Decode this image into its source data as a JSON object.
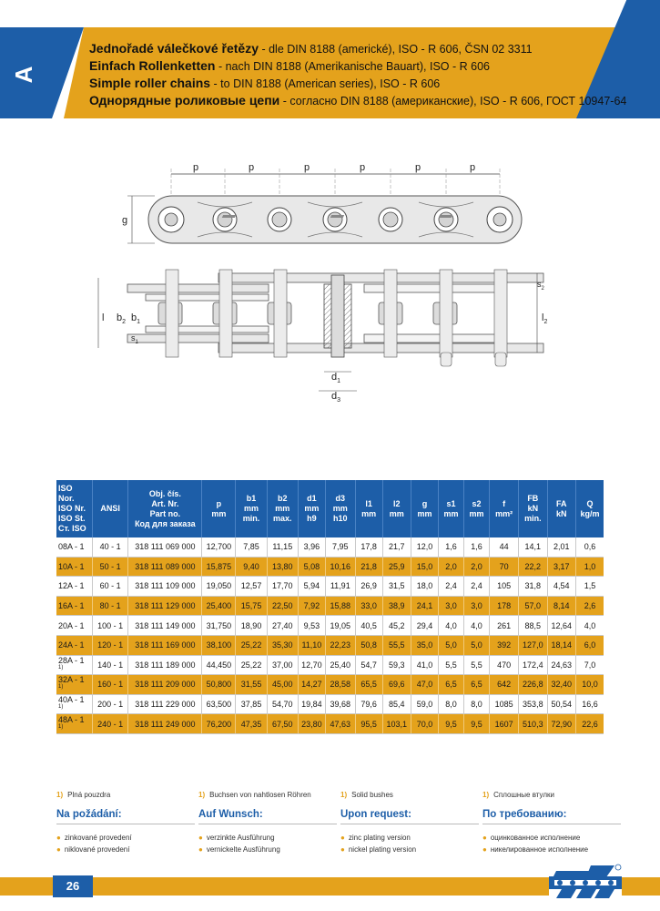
{
  "header": {
    "section_letter": "A",
    "lines": [
      {
        "bold": "Jednořadé válečkové řetězy",
        "rest": " - dle DIN 8188 (americké), ISO - R 606, ČSN 02 3311"
      },
      {
        "bold": "Einfach Rollenketten",
        "rest": " - nach DIN 8188 (Amerikanische Bauart), ISO - R 606"
      },
      {
        "bold": "Simple roller chains",
        "rest": " - to DIN 8188 (American series), ISO - R 606"
      },
      {
        "bold": "Однорядные роликовые цепи",
        "rest": " - согласно DIN 8188 (американские), ISO - R 606,  ГОСТ 10947-64"
      }
    ]
  },
  "drawing": {
    "pitch_label": "p",
    "labels": {
      "g": "g",
      "l": "l",
      "b2": "b",
      "b1": "b",
      "s1": "s",
      "s2": "s",
      "l2": "l",
      "d1": "d",
      "d3": "d",
      "sub_1": "1",
      "sub_2": "2",
      "sub_3": "3"
    }
  },
  "table": {
    "headers": [
      "ISO Nor.\nISO Nr.\nISO St.\nСт. ISO",
      "ANSI",
      "Obj. čís.\nArt. Nr.\nPart no.\nКод для заказа",
      "p\nmm",
      "b1\nmm\nmin.",
      "b2\nmm\nmax.",
      "d1\nmm\nh9",
      "d3\nmm\nh10",
      "l1\nmm",
      "l2\nmm",
      "g\nmm",
      "s1\nmm",
      "s2\nmm",
      "f\nmm²",
      "FB\nkN\nmin.",
      "FA\nkN",
      "Q\nkg/m"
    ],
    "rows": [
      [
        "08A - 1",
        "40 - 1",
        "318 111 069 000",
        "12,700",
        "7,85",
        "11,15",
        "3,96",
        "7,95",
        "17,8",
        "21,7",
        "12,0",
        "1,6",
        "1,6",
        "44",
        "14,1",
        "2,01",
        "0,6"
      ],
      [
        "10A - 1",
        "50 - 1",
        "318 111 089 000",
        "15,875",
        "9,40",
        "13,80",
        "5,08",
        "10,16",
        "21,8",
        "25,9",
        "15,0",
        "2,0",
        "2,0",
        "70",
        "22,2",
        "3,17",
        "1,0"
      ],
      [
        "12A - 1",
        "60 - 1",
        "318 111 109 000",
        "19,050",
        "12,57",
        "17,70",
        "5,94",
        "11,91",
        "26,9",
        "31,5",
        "18,0",
        "2,4",
        "2,4",
        "105",
        "31,8",
        "4,54",
        "1,5"
      ],
      [
        "16A - 1",
        "80 - 1",
        "318 111 129 000",
        "25,400",
        "15,75",
        "22,50",
        "7,92",
        "15,88",
        "33,0",
        "38,9",
        "24,1",
        "3,0",
        "3,0",
        "178",
        "57,0",
        "8,14",
        "2,6"
      ],
      [
        "20A - 1",
        "100 - 1",
        "318 111 149 000",
        "31,750",
        "18,90",
        "27,40",
        "9,53",
        "19,05",
        "40,5",
        "45,2",
        "29,4",
        "4,0",
        "4,0",
        "261",
        "88,5",
        "12,64",
        "4,0"
      ],
      [
        "24A - 1",
        "120 - 1",
        "318 111 169 000",
        "38,100",
        "25,22",
        "35,30",
        "11,10",
        "22,23",
        "50,8",
        "55,5",
        "35,0",
        "5,0",
        "5,0",
        "392",
        "127,0",
        "18,14",
        "6,0"
      ],
      [
        "28A - 1",
        "140 - 1",
        "318 111 189 000",
        "44,450",
        "25,22",
        "37,00",
        "12,70",
        "25,40",
        "54,7",
        "59,3",
        "41,0",
        "5,5",
        "5,5",
        "470",
        "172,4",
        "24,63",
        "7,0"
      ],
      [
        "32A - 1",
        "160 - 1",
        "318 111 209 000",
        "50,800",
        "31,55",
        "45,00",
        "14,27",
        "28,58",
        "65,5",
        "69,6",
        "47,0",
        "6,5",
        "6,5",
        "642",
        "226,8",
        "32,40",
        "10,0"
      ],
      [
        "40A - 1",
        "200 - 1",
        "318 111 229 000",
        "63,500",
        "37,85",
        "54,70",
        "19,84",
        "39,68",
        "79,6",
        "85,4",
        "59,0",
        "8,0",
        "8,0",
        "1085",
        "353,8",
        "50,54",
        "16,6"
      ],
      [
        "48A - 1",
        "240 - 1",
        "318 111 249 000",
        "76,200",
        "47,35",
        "67,50",
        "23,80",
        "47,63",
        "95,5",
        "103,1",
        "70,0",
        "9,5",
        "9,5",
        "1607",
        "510,3",
        "72,90",
        "22,6"
      ]
    ],
    "footnote_marks": [
      "",
      "",
      "",
      "",
      "",
      "",
      "1)",
      "1)",
      "1)",
      "1)"
    ]
  },
  "footnotes": [
    {
      "num": "1)",
      "text": "Plná pouzdra",
      "req_title": "Na požádání:",
      "items": [
        "zinkované provedení",
        "niklované provedení"
      ]
    },
    {
      "num": "1)",
      "text": "Buchsen von nahtlosen Röhren",
      "req_title": "Auf Wunsch:",
      "items": [
        "verzinkte Ausführung",
        "vernickelte Ausführung"
      ]
    },
    {
      "num": "1)",
      "text": "Solid bushes",
      "req_title": "Upon request:",
      "items": [
        "zinc plating version",
        "nickel plating version"
      ]
    },
    {
      "num": "1)",
      "text": "Сплошные втулки",
      "req_title": "По требованию:",
      "items": [
        "оцинкованное исполнение",
        "никелированное исполнение"
      ]
    }
  ],
  "page_number": "26",
  "colors": {
    "blue": "#1d5ea8",
    "orange": "#e4a21c"
  }
}
